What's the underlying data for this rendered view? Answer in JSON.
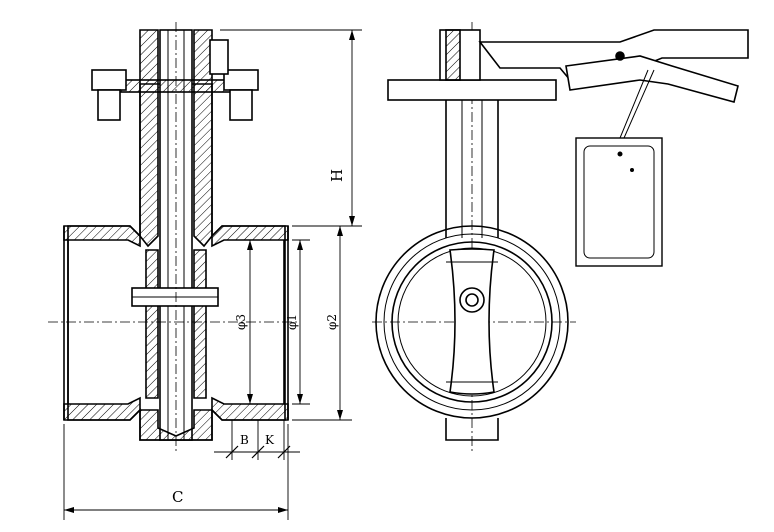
{
  "dimensions": {
    "height": "H",
    "bore_inner": "φ1",
    "groove_diameter": "φ2",
    "outer_diameter": "φ3",
    "groove_B": "B",
    "groove_K": "K",
    "face_to_face": "C"
  },
  "tag_plate": {
    "text": ""
  }
}
